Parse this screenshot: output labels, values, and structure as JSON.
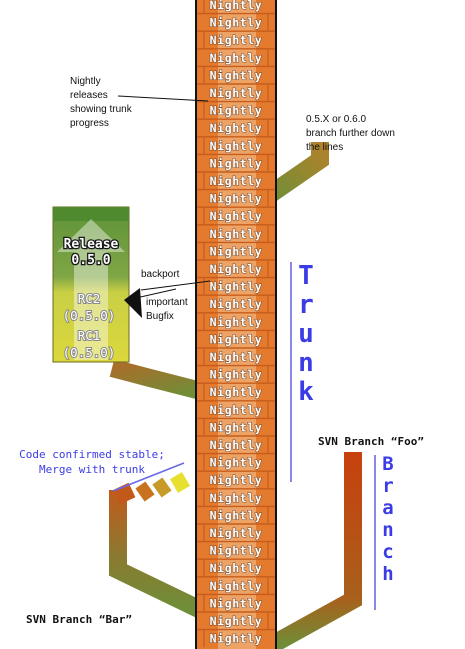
{
  "trunk": {
    "brick_label": "Nightly",
    "brick_count": 37,
    "vertical_label": [
      "T",
      "r",
      "u",
      "n",
      "k"
    ],
    "colors": {
      "brick": "#e47a2e",
      "mortar": "#c65d1c",
      "center": "#eeaa70",
      "border": "#111111"
    }
  },
  "annotations": {
    "nightly": [
      "Nightly",
      "releases",
      "showing trunk",
      "progress"
    ],
    "future_branch": [
      "0.5.X or 0.6.0",
      "branch further down",
      "the lines"
    ],
    "backport": [
      "backport",
      "important",
      "Bugfix"
    ]
  },
  "release_box": {
    "title": "Release",
    "version": "0.5.0",
    "rc2_label": "RC2",
    "rc2_version": "(0.5.0)",
    "rc1_label": "RC1",
    "rc1_version": "(0.5.0)"
  },
  "merge_note": [
    "Code confirmed stable;",
    "Merge with trunk"
  ],
  "branch_foo": {
    "title": "SVN Branch “Foo”",
    "vertical_label": [
      "B",
      "r",
      "a",
      "n",
      "c",
      "h"
    ]
  },
  "branch_bar": {
    "title": "SVN Branch “Bar”"
  },
  "colors": {
    "blue_text": "#3c3ce6",
    "rule_blue": "#6a6ae8",
    "branch_green": "#6e8f38",
    "branch_orange": "#d2641e",
    "foo_red": "#c8400e",
    "release_green": "#6c9a3e",
    "rc_yellow": "#d8d83c"
  }
}
